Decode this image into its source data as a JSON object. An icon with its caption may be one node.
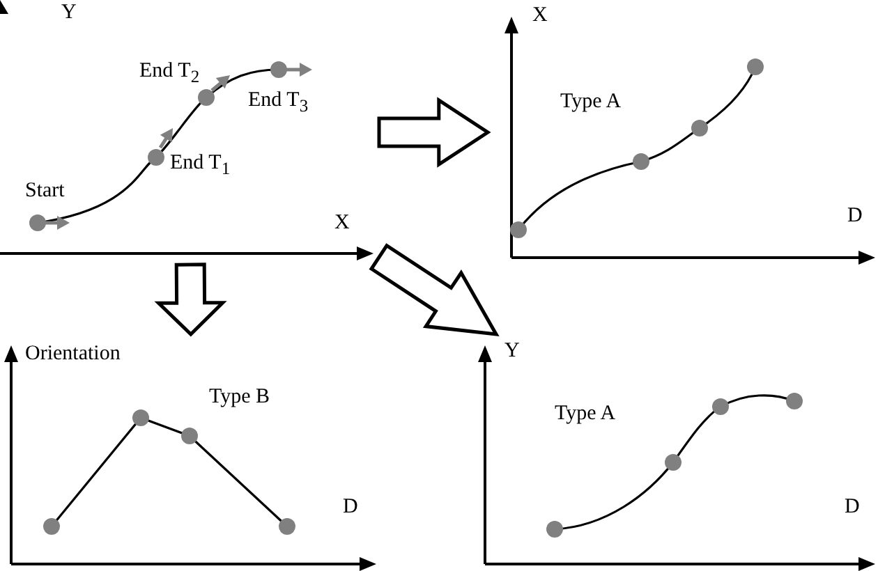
{
  "diagram": {
    "nodes": [
      {
        "text": [
          "Y",
          "Start",
          "End T$_{1}$",
          "End T$_{2}$",
          "End T$_{3}$",
          "X"
        ]
      },
      {
        "text": [
          "X",
          "Type A",
          "D"
        ]
      },
      {
        "text": [
          "Orientation",
          "Type B",
          "D"
        ]
      },
      {
        "text": [
          "Y",
          "Type A",
          "D"
        ]
      }
    ],
    "edges": [
      {
        "from": 0,
        "to": 1,
        "arrow": "to"
      },
      {
        "from": 0,
        "to": 2,
        "arrow": "to"
      },
      {
        "from": 0,
        "to": 3,
        "arrow": "to"
      }
    ]
  }
}
